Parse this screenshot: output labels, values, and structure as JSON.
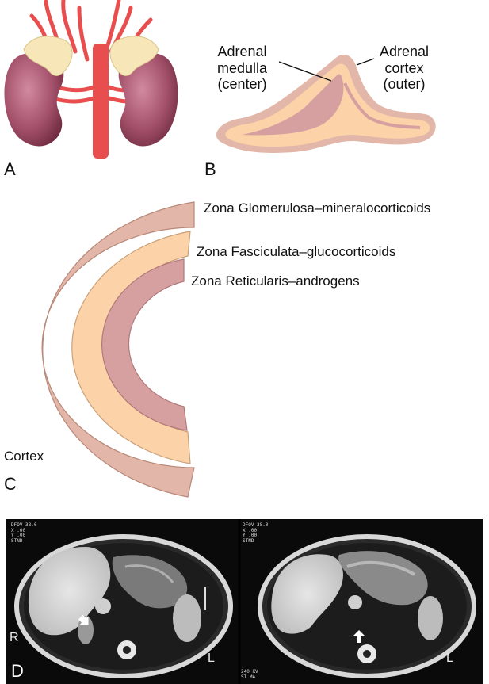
{
  "panel_a": {
    "letter": "A"
  },
  "panel_b": {
    "letter": "B",
    "medulla_label": [
      "Adrenal",
      "medulla",
      "(center)"
    ],
    "cortex_label": [
      "Adrenal",
      "cortex",
      "(outer)"
    ]
  },
  "panel_c": {
    "letter": "C",
    "zones": [
      "Zona Glomerulosa–mineralocorticoids",
      "Zona Fasciculata–glucocorticoids",
      "Zona Reticularis–androgens"
    ],
    "cortex_label": "Cortex"
  },
  "panel_d": {
    "letter": "D",
    "scan_left": {
      "info": [
        "DFOV 38.0",
        "X  .00",
        "Y  .00",
        "STND"
      ],
      "side_r": "R",
      "side_l": "L"
    },
    "scan_right": {
      "info": [
        "DFOV 38.0",
        "X  .00",
        "Y  .00",
        "STND"
      ],
      "side_l": "L",
      "footer": [
        "240 KV",
        "ST MA"
      ]
    }
  },
  "colors": {
    "kidney": "#a3506a",
    "adrenal": "#f6e6b8",
    "vessel": "#e84e4e",
    "glomerulosa": "#e2b6a8",
    "fasciculata": "#fcd2a8",
    "reticularis": "#d7a0a0"
  }
}
